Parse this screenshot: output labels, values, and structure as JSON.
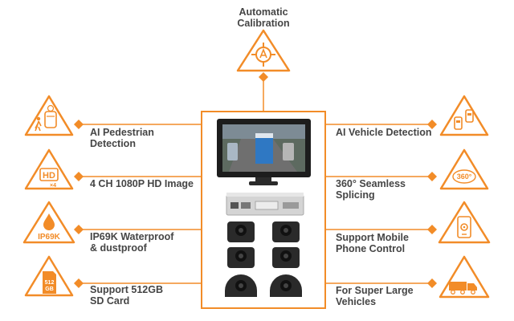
{
  "top": {
    "line1": "Automatic",
    "line2": "Calibration",
    "icon": "target-a-icon"
  },
  "left_features": [
    {
      "line1": "AI Pedestrian",
      "line2": "Detection",
      "icon": "pedestrian-car-icon"
    },
    {
      "line1": "4 CH 1080P HD Image",
      "line2": "",
      "icon": "hd-x4-icon",
      "badge": "HD",
      "sub": "×4"
    },
    {
      "line1": "IP69K Waterproof",
      "line2": "& dustproof",
      "icon": "water-drop-icon",
      "badge": "IP69K"
    },
    {
      "line1": "Support 512GB",
      "line2": "SD Card",
      "icon": "sd-card-icon",
      "badge1": "512",
      "badge2": "GB"
    }
  ],
  "right_features": [
    {
      "line1": "AI Vehicle Detection",
      "line2": "",
      "icon": "two-cars-icon"
    },
    {
      "line1": "360° Seamless",
      "line2": "Splicing",
      "icon": "rotation-360-icon",
      "badge": "360°"
    },
    {
      "line1": "Support Mobile",
      "line2": "Phone Control",
      "icon": "phone-gear-icon"
    },
    {
      "line1": "For Super Large",
      "line2": "Vehicles",
      "icon": "truck-icon"
    }
  ],
  "colors": {
    "accent": "#f28c28",
    "text": "#454545",
    "device": "#2a2a2a"
  }
}
